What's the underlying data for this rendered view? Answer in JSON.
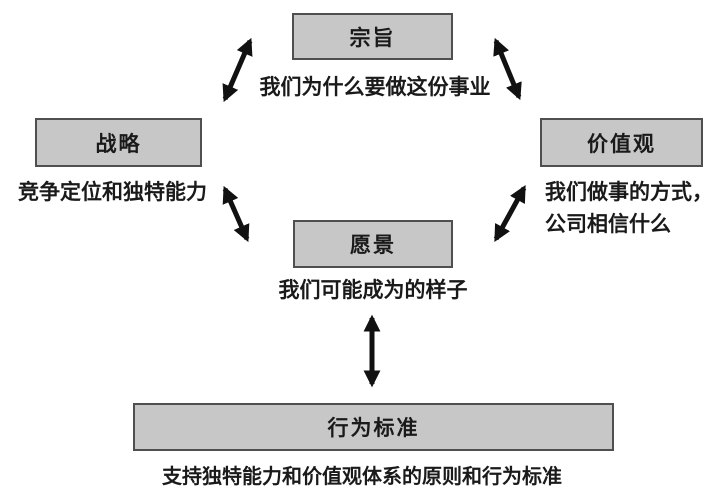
{
  "diagram": {
    "colors": {
      "background": "#ffffff",
      "box_fill": "#c7c7c7",
      "box_border": "#4f4f4f",
      "text": "#1a1a1a",
      "arrow": "#111111"
    },
    "nodes": {
      "purpose": {
        "label": "宗旨",
        "caption": "我们为什么要做这份事业"
      },
      "strategy": {
        "label": "战略",
        "caption": "竞争定位和独特能力"
      },
      "values": {
        "label": "价值观",
        "caption_line1": "我们做事的方式，",
        "caption_line2": "公司相信什么"
      },
      "vision": {
        "label": "愿景",
        "caption": "我们可能成为的样子"
      },
      "standards": {
        "label": "行为标准",
        "caption": "支持独特能力和价值观体系的原则和行为标准"
      }
    },
    "connections": [
      {
        "from": "strategy",
        "to": "purpose",
        "style": "double-arrow"
      },
      {
        "from": "purpose",
        "to": "values",
        "style": "double-arrow"
      },
      {
        "from": "strategy",
        "to": "vision",
        "style": "double-arrow"
      },
      {
        "from": "values",
        "to": "vision",
        "style": "double-arrow"
      },
      {
        "from": "vision",
        "to": "standards",
        "style": "double-arrow"
      }
    ]
  }
}
